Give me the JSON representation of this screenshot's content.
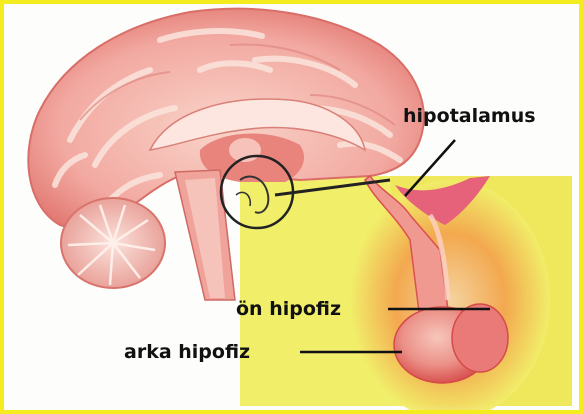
{
  "labels": {
    "hypothalamus": "hipotalamus",
    "anterior_pituitary": "ön hipofiz",
    "posterior_pituitary": "arka hipofiz"
  },
  "colors": {
    "frame": "#f4ec1e",
    "brain": "#f2a6a0",
    "brain_light": "#f9cfc4",
    "brain_dark": "#d9645e",
    "panel_yellow": "#f1ee6a",
    "glow_orange": "#f0b041",
    "gland_red": "#e0505a",
    "cerebellum": "#f6c3bb"
  }
}
